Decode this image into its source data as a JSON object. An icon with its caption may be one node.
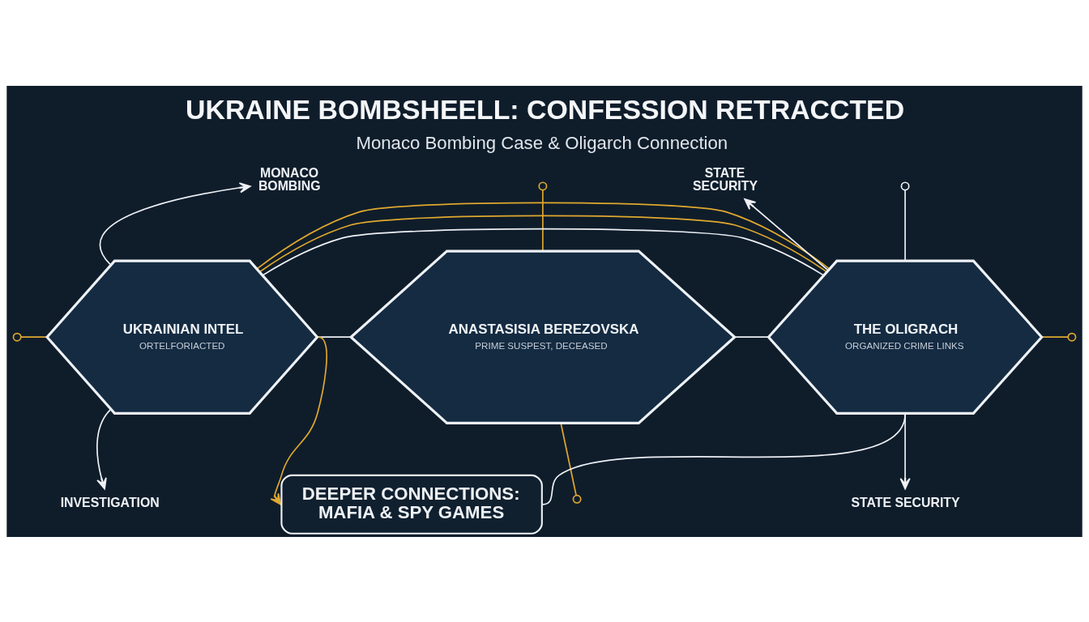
{
  "diagram": {
    "title": "UKRAINE BOMBSHEELL: CONFESSION RETRACCTED",
    "caption": "Monaco Bombing Case & Oligarch Connection",
    "nodes": [
      {
        "text": [
          "MONACO BOMBING"
        ]
      },
      {
        "text": [
          "STATE SECURITY"
        ]
      },
      {
        "text": [
          "UKRAINIAN INTEL",
          "ORTELFORIACTED"
        ]
      },
      {
        "text": [
          "ANASTASISIA BEREZOVSKA",
          "PRIME SUSPEST, DECEASED"
        ]
      },
      {
        "text": [
          "THE OLIGRACH",
          "ORGANIZED CRIME LINKS"
        ]
      },
      {
        "text": [
          "INVESTIGATION"
        ]
      },
      {
        "text": [
          "STATE SECURITY"
        ]
      },
      {
        "text": [
          "DEEPER CONNECTIONS: MAFIA & SPY GAMES"
        ]
      }
    ],
    "edges": [
      {
        "from": 2,
        "to": 0,
        "arrow": "to"
      },
      {
        "from": 2,
        "to": 5,
        "arrow": "to"
      },
      {
        "from": 4,
        "to": 1,
        "arrow": "to"
      },
      {
        "from": 4,
        "to": 6,
        "arrow": "to"
      },
      {
        "from": 2,
        "to": 3,
        "arrow": "none"
      },
      {
        "from": 3,
        "to": 4,
        "arrow": "none"
      },
      {
        "from": 2,
        "to": 4,
        "arrow": "none"
      },
      {
        "from": 2,
        "to": 4,
        "arrow": "none",
        "color": "#e0a82e"
      },
      {
        "from": 2,
        "to": 4,
        "arrow": "none",
        "color": "#e0a82e"
      },
      {
        "from": 2,
        "to": 7,
        "arrow": "to",
        "color": "#e0a82e"
      },
      {
        "from": 4,
        "to": 7,
        "arrow": "none"
      },
      {
        "from": null,
        "to": 2,
        "arrow": "other",
        "color": "#e0a82e"
      },
      {
        "from": null,
        "to": 3,
        "arrow": "other",
        "color": "#e0a82e"
      },
      {
        "from": 3,
        "to": null,
        "arrow": "other",
        "color": "#e0a82e"
      },
      {
        "from": null,
        "to": 4,
        "arrow": "other"
      },
      {
        "from": 4,
        "to": null,
        "arrow": "other",
        "color": "#e0a82e"
      }
    ]
  }
}
